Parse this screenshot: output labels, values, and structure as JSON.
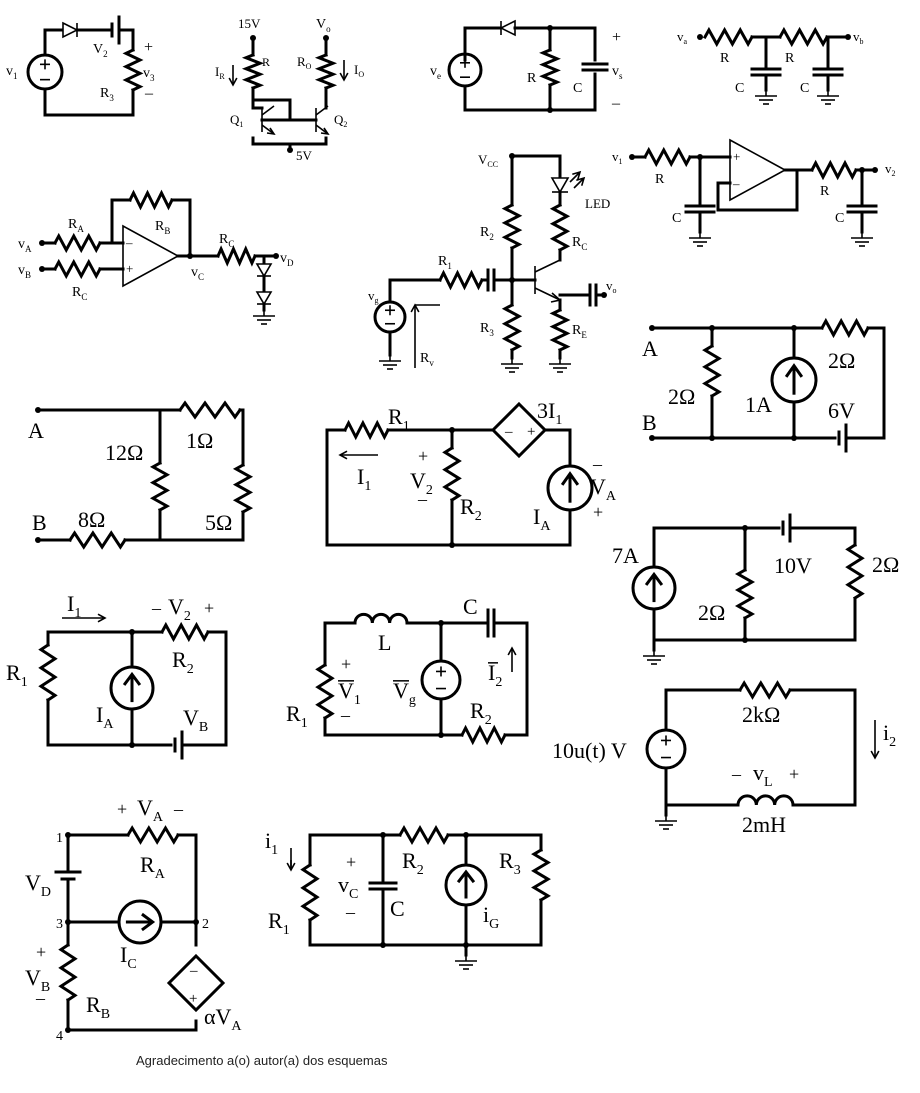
{
  "credit": "Agradecimento a(o) autor(a) dos esquemas",
  "c1": {
    "v1": "v",
    "v1s": "1",
    "v2": "V",
    "v2s": "2",
    "v3": "v",
    "v3s": "3",
    "r3": "R",
    "r3s": "3",
    "plus": "+",
    "minus": "–"
  },
  "c2": {
    "vcc": "15V",
    "vo": "V",
    "vos": "o",
    "ir": "I",
    "irs": "R",
    "r": "R",
    "ro": "R",
    "ros": "O",
    "io": "I",
    "ios": "O",
    "q1": "Q",
    "q1s": "1",
    "q2": "Q",
    "q2s": "2",
    "v5": "5V"
  },
  "c3": {
    "ve": "v",
    "ves": "e",
    "r": "R",
    "c": "C",
    "vs": "v",
    "vss": "s",
    "plus": "+",
    "minus": "–"
  },
  "c4": {
    "va": "v",
    "vas": "a",
    "vb": "v",
    "vbs": "b",
    "r1": "R",
    "r2": "R",
    "c1": "C",
    "c2": "C"
  },
  "c5": {
    "va": "v",
    "vas": "A",
    "vb": "v",
    "vbs": "B",
    "ra": "R",
    "ras": "A",
    "rb": "R",
    "rbs": "B",
    "rc1": "R",
    "rc1s": "C",
    "rc2": "R",
    "rc2s": "C",
    "vc": "v",
    "vcs": "C",
    "vd": "v",
    "vds": "D",
    "minus": "–",
    "plus": "+"
  },
  "c6": {
    "vcc": "V",
    "vccs": "CC",
    "led": "LED",
    "r2": "R",
    "r2s": "2",
    "rc": "R",
    "rcs": "C",
    "r1": "R",
    "r1s": "1",
    "vg": "v",
    "vgs": "g",
    "vo": "v",
    "vos": "o",
    "r3": "R",
    "r3s": "3",
    "re": "R",
    "res": "E",
    "rv": "R",
    "rvs": "v"
  },
  "c7": {
    "v1": "v",
    "v1s": "1",
    "v2": "v",
    "v2s": "2",
    "r1": "R",
    "r2": "R",
    "c1": "C",
    "c2": "C",
    "minus": "–",
    "plus": "+"
  },
  "c8": {
    "a": "A",
    "b": "B",
    "r2": "2Ω",
    "i1": "1A",
    "r2b": "2Ω",
    "v6": "6V"
  },
  "c9": {
    "a": "A",
    "b": "B",
    "r12": "12Ω",
    "r1": "1Ω",
    "r8": "8Ω",
    "r5": "5Ω"
  },
  "c10": {
    "r1": "R",
    "r1s": "1",
    "dep": "3I",
    "deps": "1",
    "i1": "I",
    "i1s": "1",
    "v2": "V",
    "v2s": "2",
    "r2": "R",
    "r2s": "2",
    "ia": "I",
    "ias": "A",
    "va": "V",
    "vas": "A",
    "plus": "+",
    "minus": "–"
  },
  "c11": {
    "i7": "7A",
    "v10": "10V",
    "r2a": "2Ω",
    "r2b": "2Ω"
  },
  "c12": {
    "i1": "I",
    "i1s": "1",
    "v2": "V",
    "v2s": "2",
    "r1": "R",
    "r1s": "1",
    "r2": "R",
    "r2s": "2",
    "ia": "I",
    "ias": "A",
    "vb": "V",
    "vbs": "B",
    "plus": "+",
    "minus": "–"
  },
  "c13": {
    "l": "L",
    "c": "C",
    "v1": "V",
    "v1s": "1",
    "vg": "V",
    "vgs": "g",
    "i2": "I",
    "i2s": "2",
    "r1": "R",
    "r1s": "1",
    "r2": "R",
    "r2s": "2",
    "plus": "+",
    "minus": "–"
  },
  "c14": {
    "src": "10u(t) V",
    "r": "2kΩ",
    "i2": "i",
    "i2s": "2",
    "vl": "v",
    "vls": "L",
    "l": "2mH",
    "plus": "+",
    "minus": "–"
  },
  "c15": {
    "n1": "1",
    "n2": "2",
    "n3": "3",
    "n4": "4",
    "va": "V",
    "vas": "A",
    "ra": "R",
    "ras": "A",
    "vd": "V",
    "vds": "D",
    "ic": "I",
    "ics": "C",
    "vb": "V",
    "vbs": "B",
    "rb": "R",
    "rbs": "B",
    "dep": "αV",
    "deps": "A",
    "plus": "+",
    "minus": "–"
  },
  "c16": {
    "i1": "i",
    "i1s": "1",
    "vc": "v",
    "vcs": "C",
    "r2": "R",
    "r2s": "2",
    "r3": "R",
    "r3s": "3",
    "c": "C",
    "ig": "i",
    "igs": "G",
    "r1": "R",
    "r1s": "1",
    "plus": "+",
    "minus": "–"
  }
}
